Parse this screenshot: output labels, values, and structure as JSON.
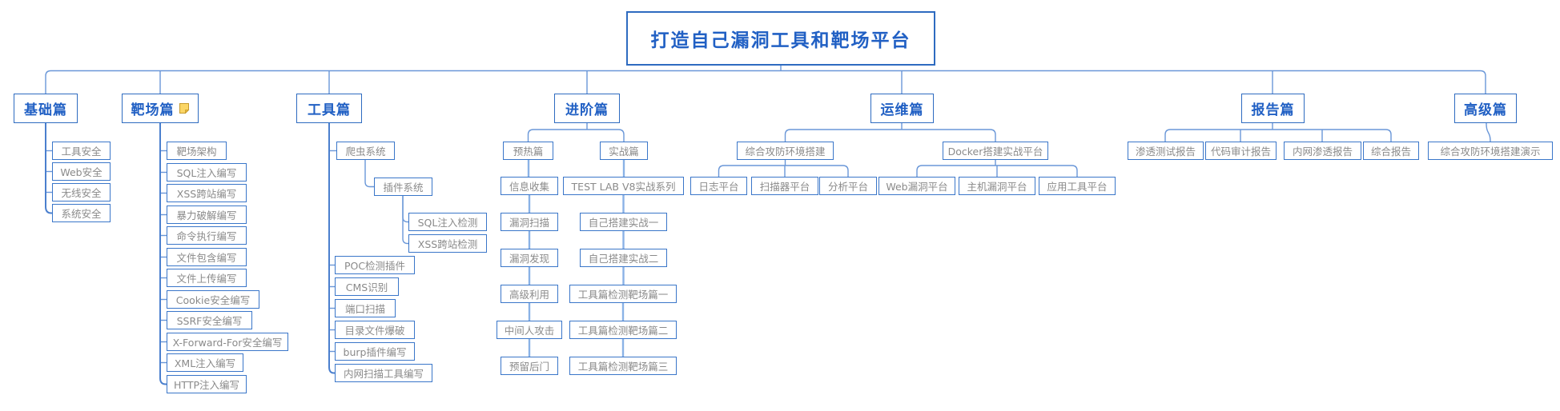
{
  "colors": {
    "box_border": "#3a76c9",
    "main_border": "#2e6bc0",
    "main_text": "#2160c4",
    "sub_text": "#8a8a8a",
    "connector": "#6a97d8",
    "trunk_connector": "#4a7fce",
    "chain_connector": "#8ab2e6",
    "note_icon_fill": "#fbd666"
  },
  "map": {
    "root": {
      "id": "root",
      "label": "打造自己漏洞工具和靶场平台",
      "children": [
        {
          "id": "jichu",
          "label": "基础篇",
          "children": [
            {
              "id": "gongju-anquan",
              "label": "工具安全"
            },
            {
              "id": "web-anquan",
              "label": "Web安全"
            },
            {
              "id": "wuxian-anquan",
              "label": "无线安全"
            },
            {
              "id": "xitong-anquan",
              "label": "系统安全"
            }
          ]
        },
        {
          "id": "bachang",
          "label": "靶场篇",
          "icon": "note-icon",
          "children": [
            {
              "id": "bachang-jiagou",
              "label": "靶场架构"
            },
            {
              "id": "sql-zhuru",
              "label": "SQL注入编写"
            },
            {
              "id": "xss-kuazhan",
              "label": "XSS跨站编写"
            },
            {
              "id": "baoli-pojie",
              "label": "暴力破解编写"
            },
            {
              "id": "mingling-zhixing",
              "label": "命令执行编写"
            },
            {
              "id": "wenjian-baohan",
              "label": "文件包含编写"
            },
            {
              "id": "wenjian-shangchuan",
              "label": "文件上传编写"
            },
            {
              "id": "cookie-anquan",
              "label": "Cookie安全编写"
            },
            {
              "id": "ssrf-anquan",
              "label": "SSRF安全编写"
            },
            {
              "id": "xff-anquan",
              "label": "X-Forward-For安全编写"
            },
            {
              "id": "xml-zhuru",
              "label": "XML注入编写"
            },
            {
              "id": "http-zhuru",
              "label": "HTTP注入编写"
            }
          ]
        },
        {
          "id": "gongju",
          "label": "工具篇",
          "children": [
            {
              "id": "pachong",
              "label": "爬虫系统",
              "children": [
                {
                  "id": "chajian",
                  "label": "插件系统",
                  "children": [
                    {
                      "id": "sql-jiance",
                      "label": "SQL注入检测"
                    },
                    {
                      "id": "xss-jiance",
                      "label": "XSS跨站检测"
                    }
                  ]
                }
              ]
            },
            {
              "id": "poc-chajian",
              "label": "POC检测插件"
            },
            {
              "id": "cms-shibie",
              "label": "CMS识别"
            },
            {
              "id": "duankou-saomiao",
              "label": "端口扫描"
            },
            {
              "id": "mulu-baopo",
              "label": "目录文件爆破"
            },
            {
              "id": "burp-bianxie",
              "label": "burp插件编写"
            },
            {
              "id": "neiwang-saomiao",
              "label": "内网扫描工具编写"
            }
          ]
        },
        {
          "id": "jinjie",
          "label": "进阶篇",
          "children": [
            {
              "id": "yure",
              "label": "预热篇",
              "children": [
                {
                  "id": "xinxi-shouji",
                  "label": "信息收集",
                  "children": [
                    {
                      "id": "loudong-saomiao",
                      "label": "漏洞扫描",
                      "children": [
                        {
                          "id": "loudong-faxian",
                          "label": "漏洞发现",
                          "children": [
                            {
                              "id": "gaoji-liyong",
                              "label": "高级利用",
                              "children": [
                                {
                                  "id": "zhongjianren",
                                  "label": "中间人攻击",
                                  "children": [
                                    {
                                      "id": "yuliu-houmen",
                                      "label": "预留后门"
                                    }
                                  ]
                                }
                              ]
                            }
                          ]
                        }
                      ]
                    }
                  ]
                }
              ]
            },
            {
              "id": "shizhan",
              "label": "实战篇",
              "children": [
                {
                  "id": "testlab",
                  "label": "TEST LAB V8实战系列",
                  "children": [
                    {
                      "id": "zijian-1",
                      "label": "自己搭建实战一",
                      "children": [
                        {
                          "id": "zijian-2",
                          "label": "自己搭建实战二",
                          "children": [
                            {
                              "id": "jiance-1",
                              "label": "工具篇检测靶场篇一",
                              "children": [
                                {
                                  "id": "jiance-2",
                                  "label": "工具篇检测靶场篇二",
                                  "children": [
                                    {
                                      "id": "jiance-3",
                                      "label": "工具篇检测靶场篇三"
                                    }
                                  ]
                                }
                              ]
                            }
                          ]
                        }
                      ]
                    }
                  ]
                }
              ]
            }
          ]
        },
        {
          "id": "yunwei",
          "label": "运维篇",
          "children": [
            {
              "id": "zonghe-gongfang",
              "label": "综合攻防环境搭建",
              "children": [
                {
                  "id": "rizhi",
                  "label": "日志平台"
                },
                {
                  "id": "saomiaoqi",
                  "label": "扫描器平台"
                },
                {
                  "id": "fenxi",
                  "label": "分析平台"
                }
              ]
            },
            {
              "id": "docker",
              "label": "Docker搭建实战平台",
              "children": [
                {
                  "id": "web-loudong",
                  "label": "Web漏洞平台"
                },
                {
                  "id": "zhuji-loudong",
                  "label": "主机漏洞平台"
                },
                {
                  "id": "yingyong-gongju",
                  "label": "应用工具平台"
                }
              ]
            }
          ]
        },
        {
          "id": "baogao",
          "label": "报告篇",
          "children": [
            {
              "id": "shentou-baogao",
              "label": "渗透测试报告"
            },
            {
              "id": "daima-baogao",
              "label": "代码审计报告"
            },
            {
              "id": "neiwang-baogao",
              "label": "内网渗透报告"
            },
            {
              "id": "zonghe-baogao",
              "label": "综合报告"
            }
          ]
        },
        {
          "id": "gaoji",
          "label": "高级篇",
          "children": [
            {
              "id": "zonghe-yanshi",
              "label": "综合攻防环境搭建演示"
            }
          ]
        }
      ]
    }
  }
}
